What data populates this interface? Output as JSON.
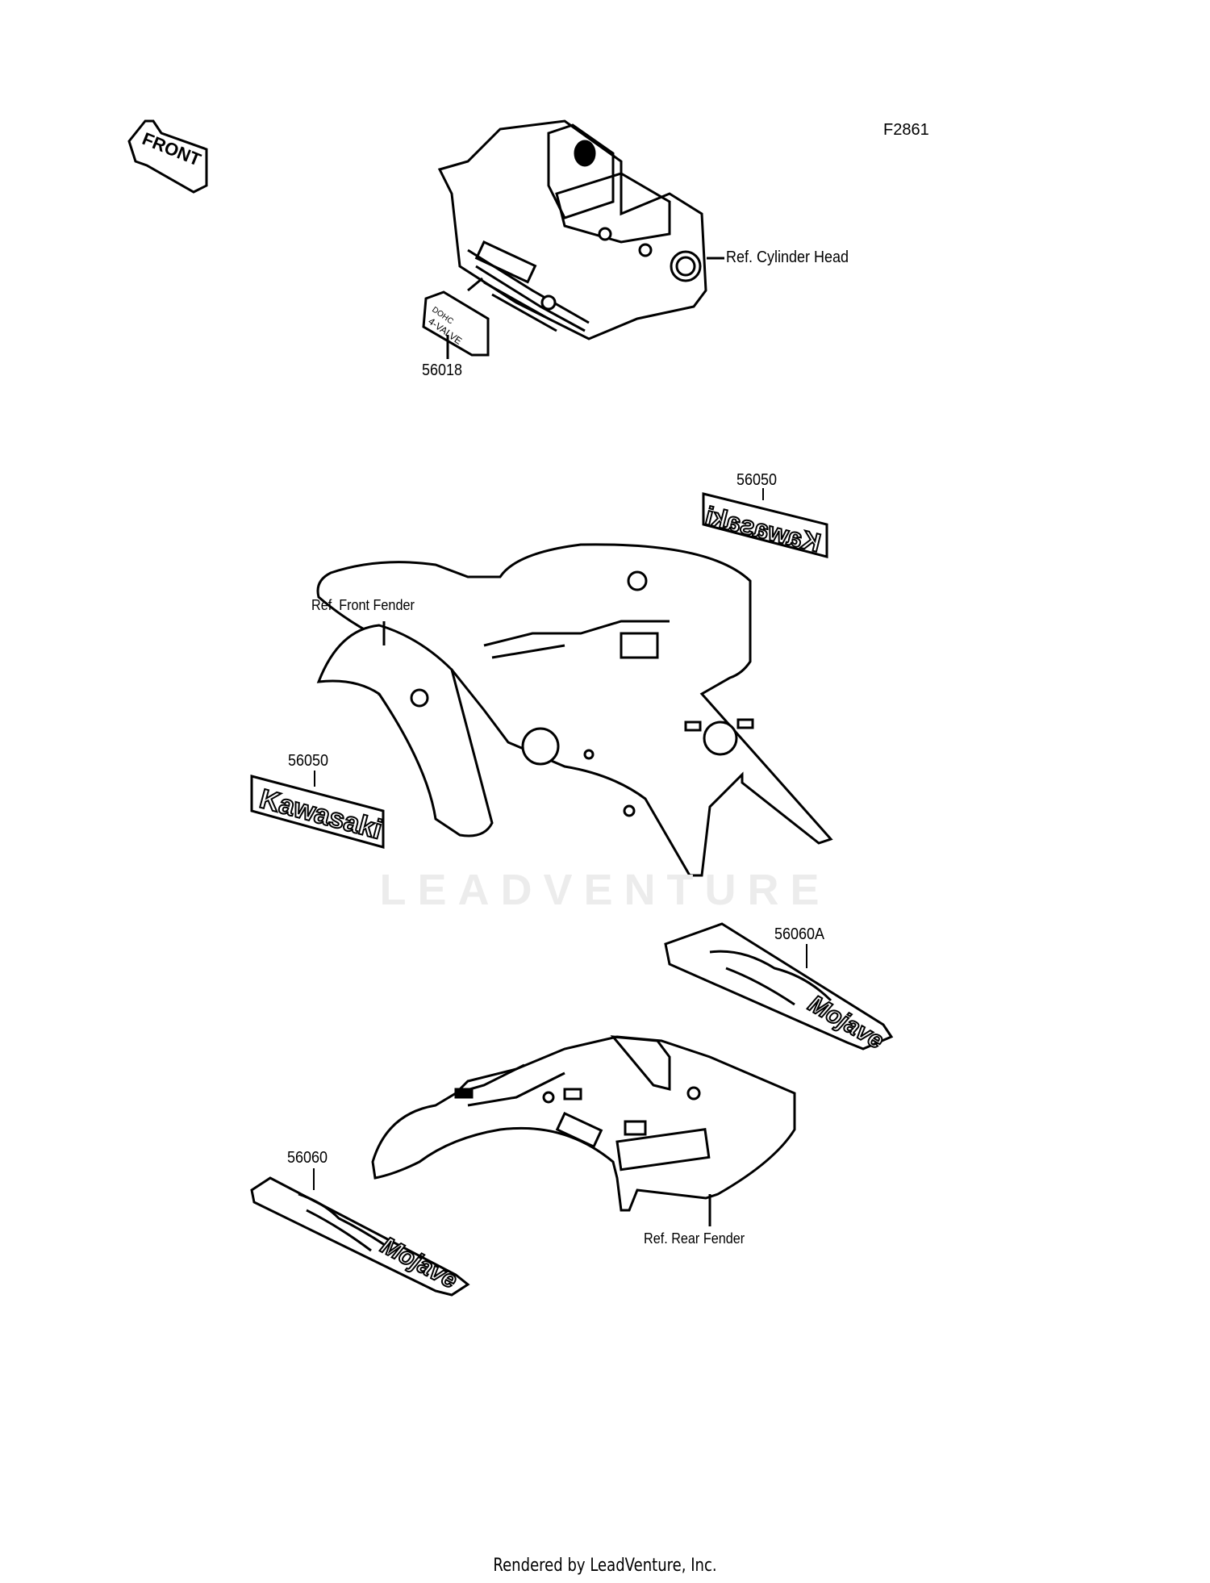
{
  "figure_id": "F2861",
  "front_arrow": "FRONT",
  "watermark": "LEADVENTURE",
  "footer": "Rendered by LeadVenture, Inc.",
  "callouts": {
    "cyl_head": "Ref. Cylinder Head",
    "part_56018": "56018",
    "part_56050_top": "56050",
    "front_fender": "Ref. Front Fender",
    "part_56050_left": "56050",
    "part_56060A": "56060A",
    "part_56060": "56060",
    "rear_fender": "Ref. Rear Fender"
  },
  "stickers": {
    "valve_line1": "DOHC",
    "valve_line2": "4-VALVE",
    "kawasaki": "Kawasaki",
    "mojave": "Mojave"
  }
}
